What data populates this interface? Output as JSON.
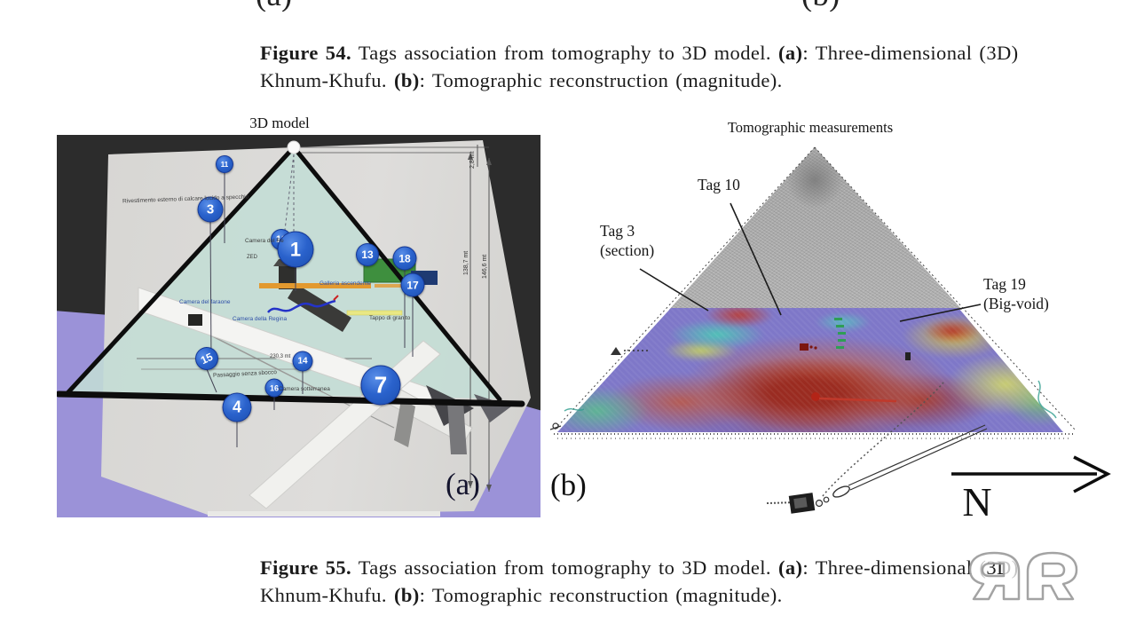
{
  "colors": {
    "panel_a_bg": "#2c2c2c",
    "floor_purple": "#9b92d8",
    "board_gray": "#dad9d6",
    "pyramid_teal": "#c3ddd5",
    "tag_blue": "#2a62cc",
    "green_box": "#3e8f3e",
    "orange_passage": "#e2992f",
    "heat_cold": "#7e77c8",
    "heat_hot": "#b23424"
  },
  "top_cut": {
    "left": "(a)",
    "right": "(b)"
  },
  "caption54": {
    "label": "Figure 54.",
    "text1": " Tags association from tomography to 3D model. ",
    "a": "(a)",
    "text2": ": Three-dimensional (3D)",
    "line2_1": "Khnum-Khufu. ",
    "b": "(b)",
    "line2_2": ": Tomographic reconstruction (magnitude)."
  },
  "caption55": {
    "label": "Figure 55.",
    "text1": " Tags association from tomography to 3D model. ",
    "a": "(a)",
    "text2": ": Three-dimensional (3D)",
    "line2_1": "Khnum-Khufu. ",
    "b": "(b)",
    "line2_2": ": Tomographic reconstruction (magnitude)."
  },
  "panel_a": {
    "title": "3D model",
    "corner": "(a)",
    "tags": [
      "11",
      "3",
      "12",
      "1",
      "13",
      "18",
      "17",
      "15",
      "14",
      "16",
      "4",
      "7"
    ],
    "notes": [
      "Rivestimento esterno di calcare lucido a specchio",
      "Camera del Re",
      "ZED",
      "Galleria ascendente",
      "Camera del faraone",
      "Camera della Regina",
      "Tappo di granito",
      "Passaggio senza sbocco",
      "230,3 mt",
      "Camera sotterranea"
    ],
    "dims": [
      "2,8 mt",
      "138,7 mt",
      "146,6 mt"
    ]
  },
  "panel_b": {
    "title": "Tomographic measurements",
    "corner": "(b)",
    "tag10": "Tag 10",
    "tag3a": "Tag 3",
    "tag3b": "(section)",
    "tag19a": "Tag 19",
    "tag19b": "(Big-void)",
    "north": "N"
  }
}
